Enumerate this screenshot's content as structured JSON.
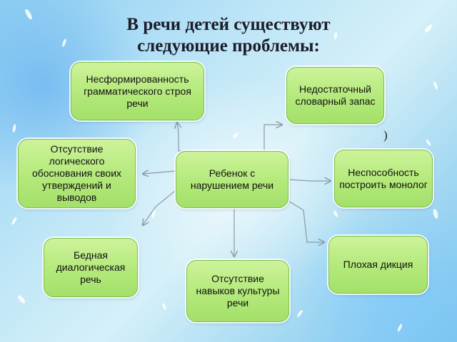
{
  "title_line1": "В речи детей существуют",
  "title_line2": "следующие проблемы:",
  "center": "Ребенок с нарушением речи",
  "nodes": {
    "grammar": "Несформированность грамматического строя речи",
    "vocabulary": "Недостаточный словарный запас",
    "logic": "Отсутствие логического обоснования своих утверждений и выводов",
    "monologue": "Неспособность построить монолог",
    "dialogue": "Бедная диалогическая речь",
    "diction": "Плохая дикция",
    "culture": "Отсутствие навыков культуры речи"
  },
  "stray_mark": ")",
  "colors": {
    "node_fill": "#b3e97a",
    "node_border": "#7cbf4d",
    "arrow": "#8a9aa8"
  }
}
